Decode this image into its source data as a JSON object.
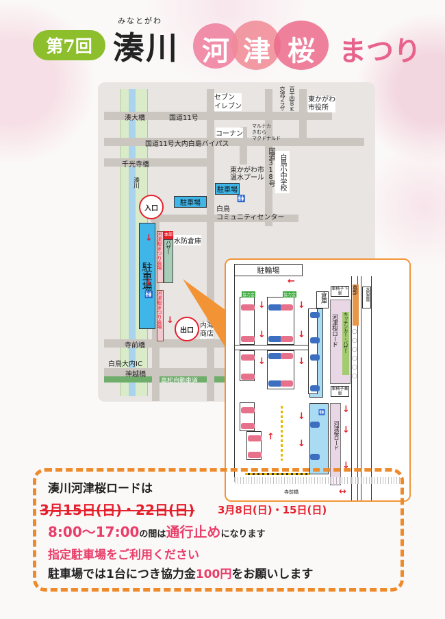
{
  "header": {
    "edition": "第7回",
    "ruby": "みなとがわ",
    "river": "湊川",
    "kawazu": [
      "河",
      "津",
      "桜"
    ],
    "matsuri": "まつり"
  },
  "map": {
    "labels": {
      "minato_ohashi": "湊大橋",
      "route11": "国道11号",
      "bypass": "国道11号大内白島バイパス",
      "senkoji": "千光寺橋",
      "minatogawa": "湊川",
      "seven": "セブン\nイレブン",
      "koryu": "交流プラザ",
      "hyakujushi": "百十四BK",
      "city_hall": "東かがわ市役所",
      "konan": "コーナン",
      "marunaka": "マルナカ\nきむら\nマクドナルド",
      "route318": "国道318号",
      "school": "白鳥小中学校",
      "pool": "東かがわ市\n温水プール",
      "parking": "駐車場",
      "community": "白鳥\nコミュニティセンター",
      "entrance": "入口",
      "exit": "出口",
      "honbu": "本部",
      "suibo": "水防倉庫",
      "venue": "河津桜まつり会場",
      "bazaar": "バザー",
      "parking_big": "駐車場",
      "uchiumi": "内海\n商店",
      "teramae": "寺前橋",
      "ic": "白鳥大内IC",
      "kamigoe": "神越橋",
      "expressway": "高松自動車道"
    }
  },
  "inset": {
    "bicycle": "駐輪場",
    "kyoryokukin": "協力金",
    "soko": "倉庫",
    "wheel_off": "車椅子下車",
    "wheel_on": "車椅子乗車",
    "road": "河津桜ロード",
    "kitchen": "キッチンカー・バザー",
    "honbu": "本部",
    "suibo": "水防倉庫",
    "teramae": "寺前橋"
  },
  "notice": {
    "line1": "湊川河津桜ロードは",
    "old_dates": "3月15日(日)・22日(日)",
    "new_dates": "3月8日(日)・15日(日)",
    "time": "8:00〜17:00",
    "time_suffix1": "の間は",
    "closed": "通行止め",
    "time_suffix2": "になります",
    "line3": "指定駐車場をご利用ください",
    "line4a": "駐車場では1台につき協力金",
    "fee": "100円",
    "line4b": "をお願いします"
  },
  "colors": {
    "accent": "#e5202d",
    "pink": "#e8638b",
    "orange": "#ee8a2a",
    "green": "#8cbf2b"
  }
}
